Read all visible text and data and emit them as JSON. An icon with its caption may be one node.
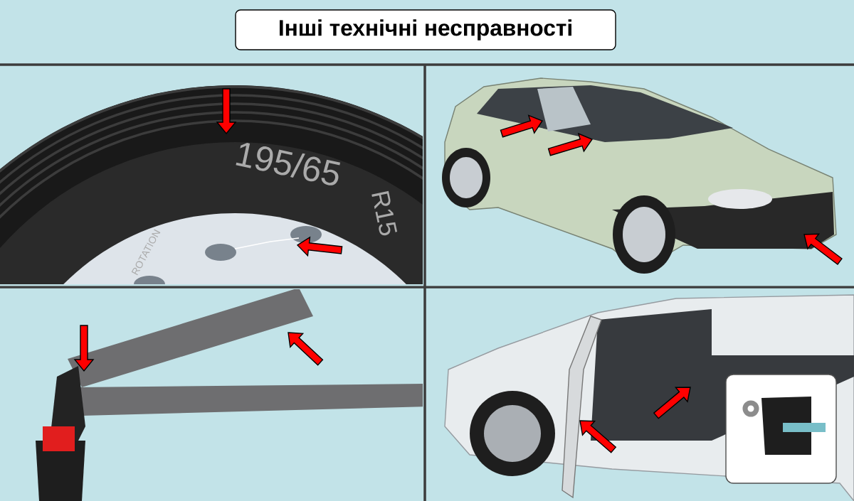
{
  "diagram": {
    "title": "Інші технічні несправності",
    "labels": [
      "195/65",
      "R15",
      "ROTATION"
    ]
  }
}
